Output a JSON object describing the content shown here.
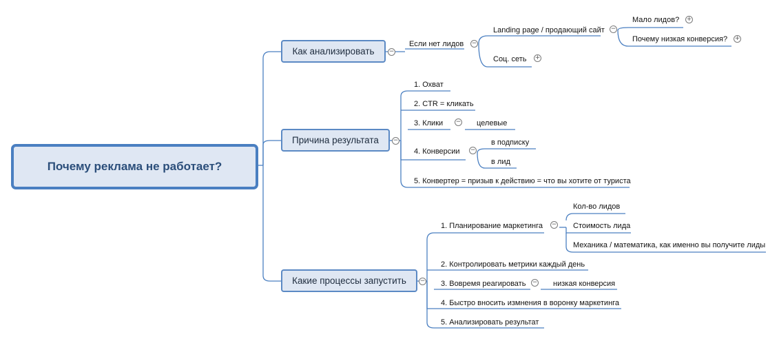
{
  "root": {
    "label": "Почему реклама не работает?"
  },
  "branches": [
    {
      "label": "Как анализировать"
    },
    {
      "label": "Причина результата"
    },
    {
      "label": "Какие процессы запустить"
    }
  ],
  "analyze": {
    "no_leads": "Если нет лидов",
    "landing": "Landing page / продающий сайт",
    "few_leads": "Мало лидов?",
    "low_conversion": "Почему низкая конверсия?",
    "social": "Соц. сеть"
  },
  "reason": {
    "reach": "1. Охват",
    "ctr": "2. CTR = кликать",
    "clicks": "3. Клики",
    "targeted": "целевые",
    "conversions": "4. Конверсии",
    "to_subscription": "в подписку",
    "to_lead": "в лид",
    "converter": "5. Конвертер = призыв к действию = что вы хотите от туриста"
  },
  "process": {
    "planning": "1. Планирование маркетинга",
    "leads_count": "Кол-во лидов",
    "lead_cost": "Стоимость лида",
    "mechanics": "Механика / математика, как именно вы получите лиды",
    "metrics": "2. Контролировать метрики каждый день",
    "react": "3. Вовремя реагировать",
    "low_conv": "низкая конверсия",
    "funnel": "4. Быстро вносить измнения в воронку маркетинга",
    "analyze_result": "5. Анализировать результат"
  },
  "icons": {
    "collapse": "minus-circle-icon",
    "expand": "plus-circle-icon"
  },
  "colors": {
    "line": "#4a7fc1",
    "node_fill": "#dfe7f3",
    "root_border": "#4a7fc1",
    "root_text": "#2b4e7a"
  }
}
